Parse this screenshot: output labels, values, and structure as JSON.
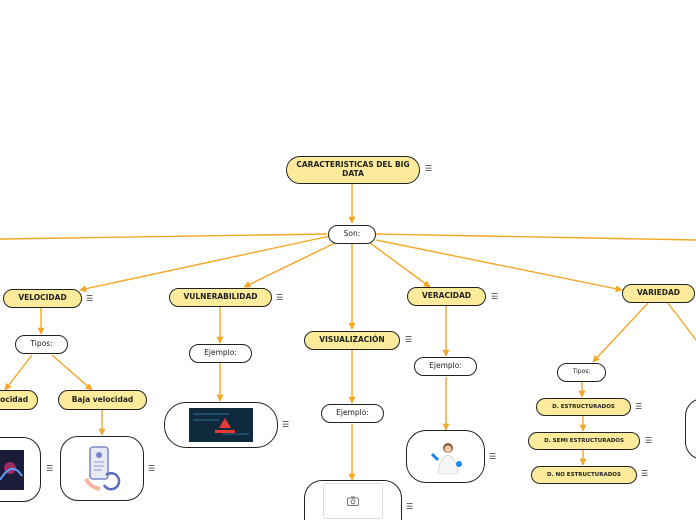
{
  "colors": {
    "connector": "#f5a623",
    "node_fill": "#fbeb9a",
    "border": "#222222"
  },
  "root": {
    "label": "CARACTERISTICAS DEL BIG DATA"
  },
  "connector_son": {
    "label": "Son:"
  },
  "velocidad": {
    "label": "VELOCIDAD",
    "tipos": "Tipos:",
    "alta": "Alta velocidad",
    "baja": "Baja velocidad"
  },
  "vulnerabilidad": {
    "label": "VULNERABILIDAD",
    "ejemplo": "Ejemplo:"
  },
  "visualizacion": {
    "label": "VISUALIZACIÓN",
    "ejemplo": "Ejemplo:"
  },
  "veracidad": {
    "label": "VERACIDAD",
    "ejemplo": "Ejemplo:"
  },
  "variedad": {
    "label": "VARIEDAD",
    "tipos": "Tipos:",
    "items": [
      "D. ESTRUCTURADOS",
      "D. SEMI ESTRUCTURADOS",
      "D. NO ESTRUCTURADOS"
    ]
  },
  "icons": {
    "note": "notes-icon",
    "camera": "camera-icon"
  }
}
